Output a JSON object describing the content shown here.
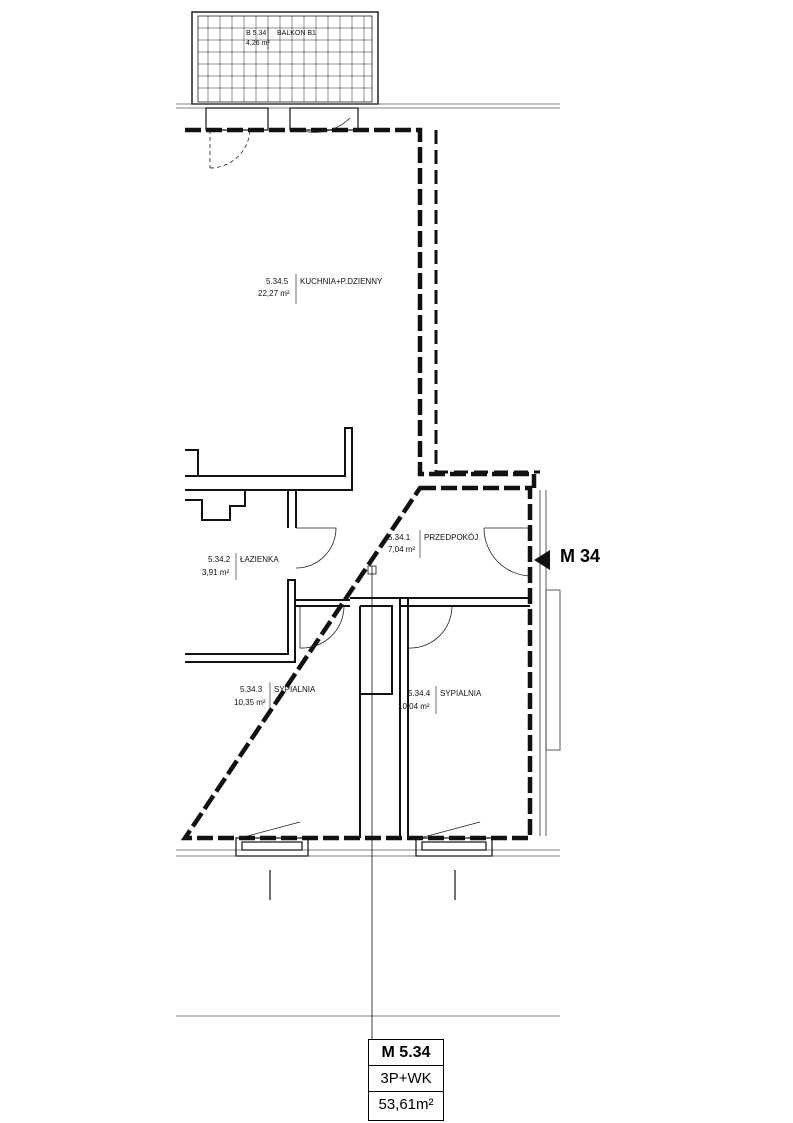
{
  "rooms": [
    {
      "id": "balcony",
      "number": "B 5.34",
      "name": "BALKON B1",
      "area": "4,26 m²"
    },
    {
      "id": "kitchen",
      "number": "5.34.5",
      "name": "KUCHNIA+P.DZIENNY",
      "area": "22,27 m²"
    },
    {
      "id": "bathroom",
      "number": "5.34.2",
      "name": "ŁAZIENKA",
      "area": "3,91 m²"
    },
    {
      "id": "hall",
      "number": "5.34.1",
      "name": "PRZEDPOKÓJ",
      "area": "7,04 m²"
    },
    {
      "id": "bedroom1",
      "number": "5.34.3",
      "name": "SYPIALNIA",
      "area": "10,35 m²"
    },
    {
      "id": "bedroom2",
      "number": "5.34.4",
      "name": "SYPIALNIA",
      "area": "10,04 m²"
    }
  ],
  "entrance_marker": "M 34",
  "unit": {
    "code": "M 5.34",
    "type": "3P+WK",
    "area": "53,61m²"
  }
}
